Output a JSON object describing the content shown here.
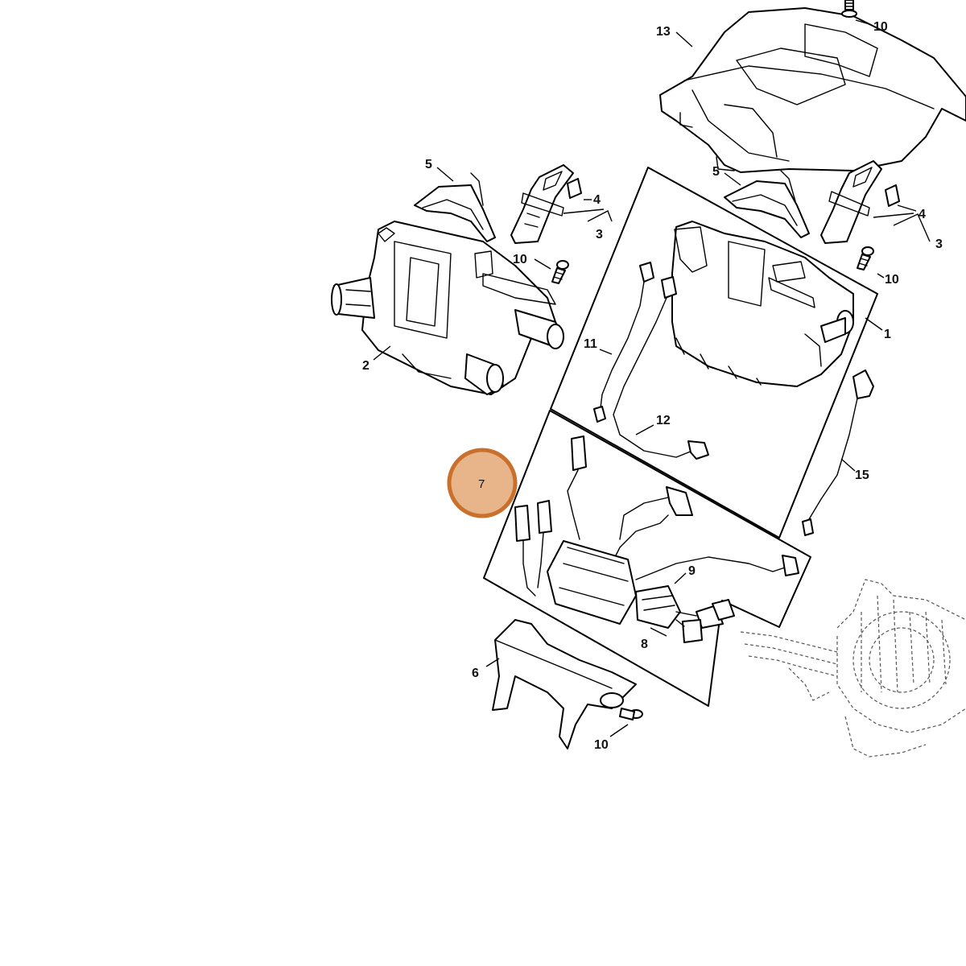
{
  "diagram": {
    "callouts": [
      {
        "id": "c1",
        "label": "1"
      },
      {
        "id": "c2",
        "label": "2"
      },
      {
        "id": "c3a",
        "label": "3"
      },
      {
        "id": "c3b",
        "label": "3"
      },
      {
        "id": "c4a",
        "label": "4"
      },
      {
        "id": "c4b",
        "label": "4"
      },
      {
        "id": "c5a",
        "label": "5"
      },
      {
        "id": "c5b",
        "label": "5"
      },
      {
        "id": "c6",
        "label": "6"
      },
      {
        "id": "c7",
        "label": "7"
      },
      {
        "id": "c8",
        "label": "8"
      },
      {
        "id": "c9",
        "label": "9"
      },
      {
        "id": "c10a",
        "label": "10"
      },
      {
        "id": "c10b",
        "label": "10"
      },
      {
        "id": "c10c",
        "label": "10"
      },
      {
        "id": "c10d",
        "label": "10"
      },
      {
        "id": "c11",
        "label": "11"
      },
      {
        "id": "c12",
        "label": "12"
      },
      {
        "id": "c13",
        "label": "13"
      },
      {
        "id": "c15",
        "label": "15"
      }
    ],
    "highlight": {
      "label": "7",
      "color": "#e8b48a",
      "border_color": "#c8702c"
    },
    "colors": {
      "line": "#000000",
      "background": "#ffffff",
      "ghost": "#555555"
    }
  }
}
